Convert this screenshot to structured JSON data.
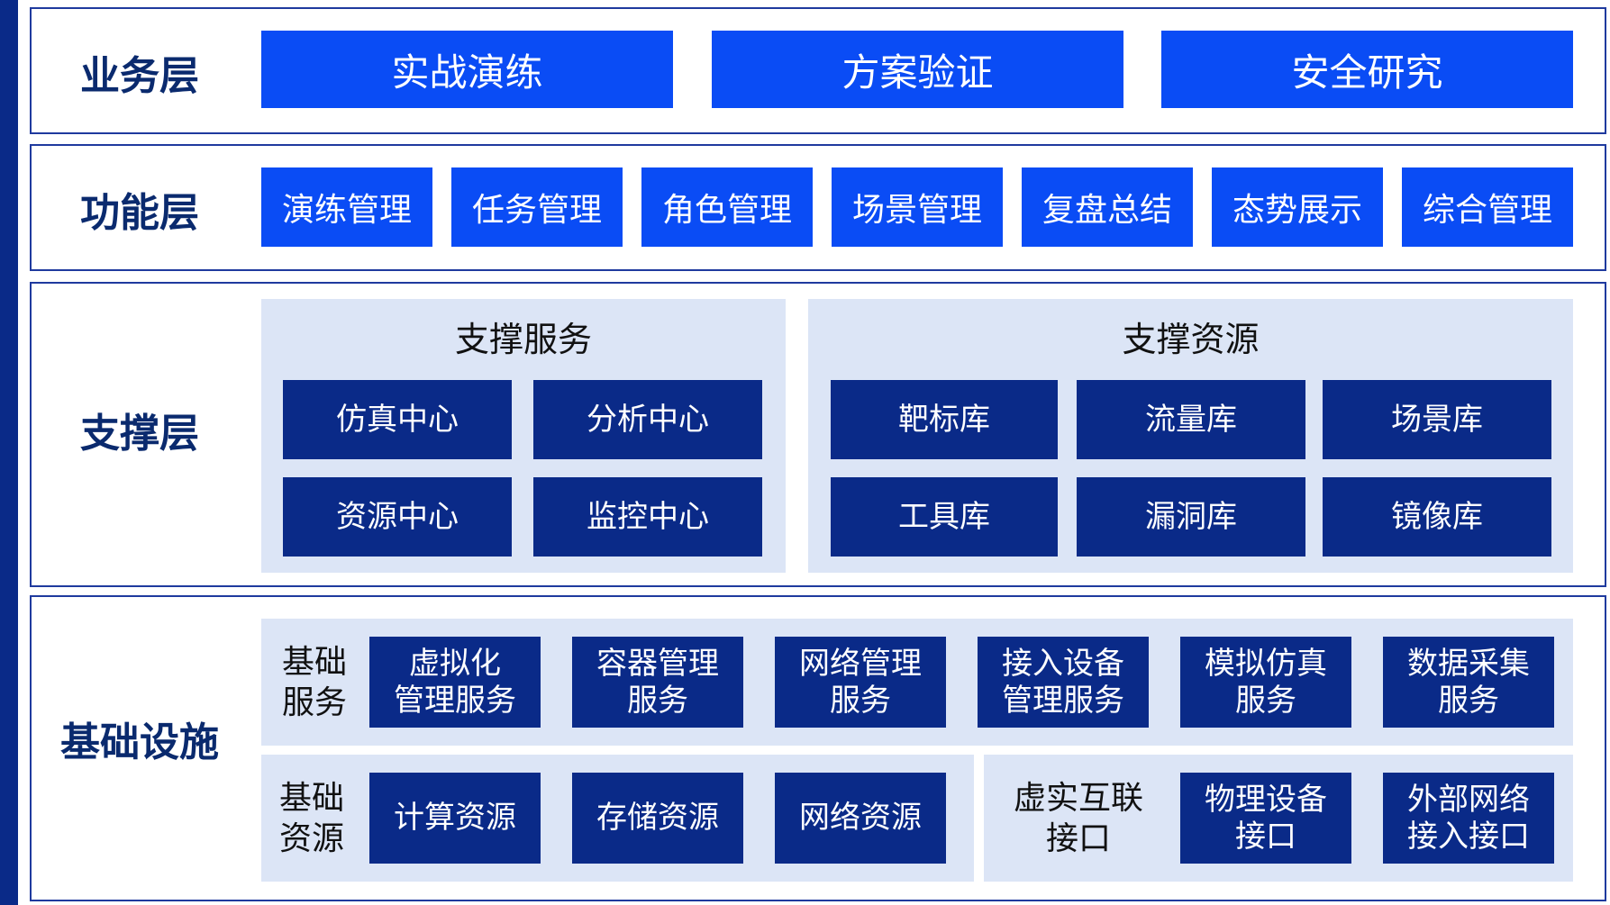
{
  "layers": {
    "business": {
      "label": "业务层",
      "items": [
        "实战演练",
        "方案验证",
        "安全研究"
      ]
    },
    "function": {
      "label": "功能层",
      "items": [
        "演练管理",
        "任务管理",
        "角色管理",
        "场景管理",
        "复盘总结",
        "态势展示",
        "综合管理"
      ]
    },
    "support": {
      "label": "支撑层",
      "services": {
        "title": "支撑服务",
        "items": [
          "仿真中心",
          "分析中心",
          "资源中心",
          "监控中心"
        ]
      },
      "resources": {
        "title": "支撑资源",
        "items": [
          "靶标库",
          "流量库",
          "场景库",
          "工具库",
          "漏洞库",
          "镜像库"
        ]
      }
    },
    "infrastructure": {
      "label": "基础设施",
      "basic_services": {
        "label": "基础\n服务",
        "items": [
          "虚拟化\n管理服务",
          "容器管理\n服务",
          "网络管理\n服务",
          "接入设备\n管理服务",
          "模拟仿真\n服务",
          "数据采集\n服务"
        ]
      },
      "basic_resources": {
        "label": "基础\n资源",
        "items": [
          "计算资源",
          "存储资源",
          "网络资源"
        ]
      },
      "interconnect": {
        "label": "虚实互联\n接口",
        "items": [
          "物理设备\n接口",
          "外部网络\n接入接口"
        ]
      }
    }
  }
}
